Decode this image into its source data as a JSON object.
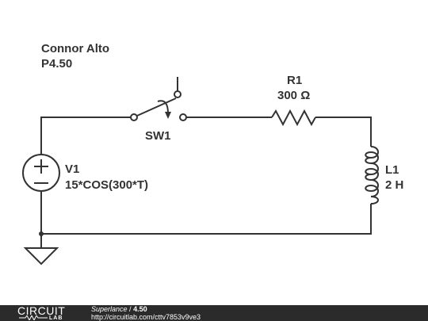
{
  "header": {
    "author": "Connor Alto",
    "problem": "P4.50"
  },
  "components": {
    "switch": {
      "name": "SW1"
    },
    "resistor": {
      "name": "R1",
      "value": "300 Ω"
    },
    "inductor": {
      "name": "L1",
      "value": "2 H"
    },
    "source": {
      "name": "V1",
      "value": "15*COS(300*T)"
    }
  },
  "footer": {
    "logo_word": "CIRCUIT",
    "logo_sub": "LAB",
    "author": "Superlance",
    "separator": " / ",
    "project": "4.50",
    "url": "http://circuitlab.com/cttv7853v9ve3"
  },
  "colors": {
    "ink": "#333333",
    "footer_bg": "#2b2b2b"
  }
}
